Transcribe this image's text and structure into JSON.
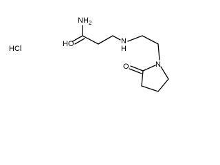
{
  "molecule": {
    "counterion": "HCl",
    "atoms": {
      "amide_n": "NH",
      "amide_n_sub": "2",
      "amide_o": "HO",
      "amine_n": "N",
      "amine_h": "H",
      "ring_n": "N",
      "ring_o": "O"
    },
    "colors": {
      "bond": "#000000",
      "label": "#000000",
      "background": "#ffffff"
    }
  }
}
